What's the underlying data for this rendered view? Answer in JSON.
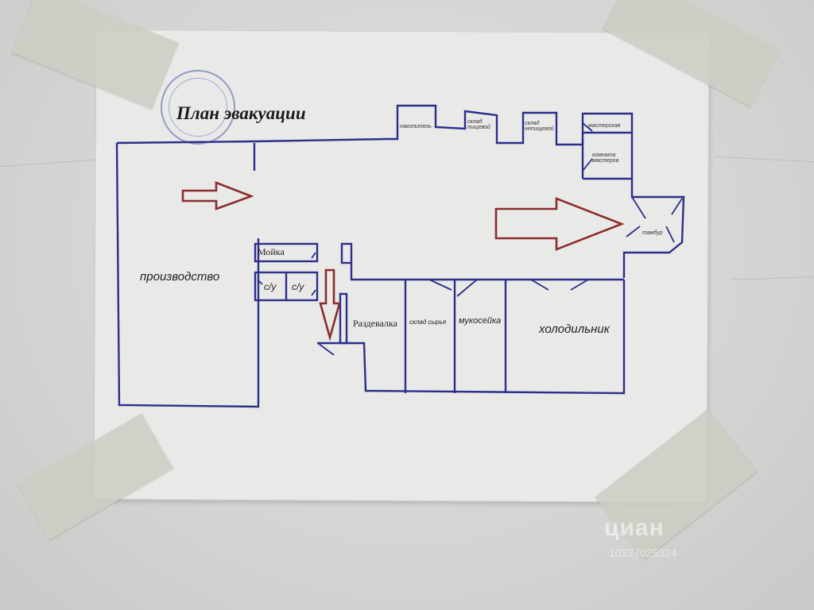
{
  "document": {
    "title": "План эвакуации",
    "stamp": "round-stamp"
  },
  "rooms": {
    "production": "производство",
    "sink": "Мойка",
    "wc1": "с/у",
    "wc2": "с/у",
    "changing_room": "Раздевалка",
    "vegetable_storage": "склад сырья",
    "flour_sifting": "мукосейка",
    "refrigerator": "холодильник",
    "storage_top1": "накопитель",
    "storage_top2": "склад пищевой",
    "storage_top3": "склад непищевой",
    "workshop": "мастерская",
    "masters_room": "комната мастеров",
    "vestibule": "тамбур"
  },
  "arrows": [
    {
      "name": "evacuation-arrow-left",
      "direction": "right"
    },
    {
      "name": "evacuation-arrow-main",
      "direction": "right"
    },
    {
      "name": "evacuation-arrow-down",
      "direction": "down"
    }
  ],
  "colors": {
    "walls": "#2b2f8a",
    "arrows": "#8b2d2d",
    "paper": "#e9e9e7",
    "wall_bg": "#d6d7d5"
  },
  "watermark": {
    "brand": "циан",
    "id": "10327025324"
  }
}
